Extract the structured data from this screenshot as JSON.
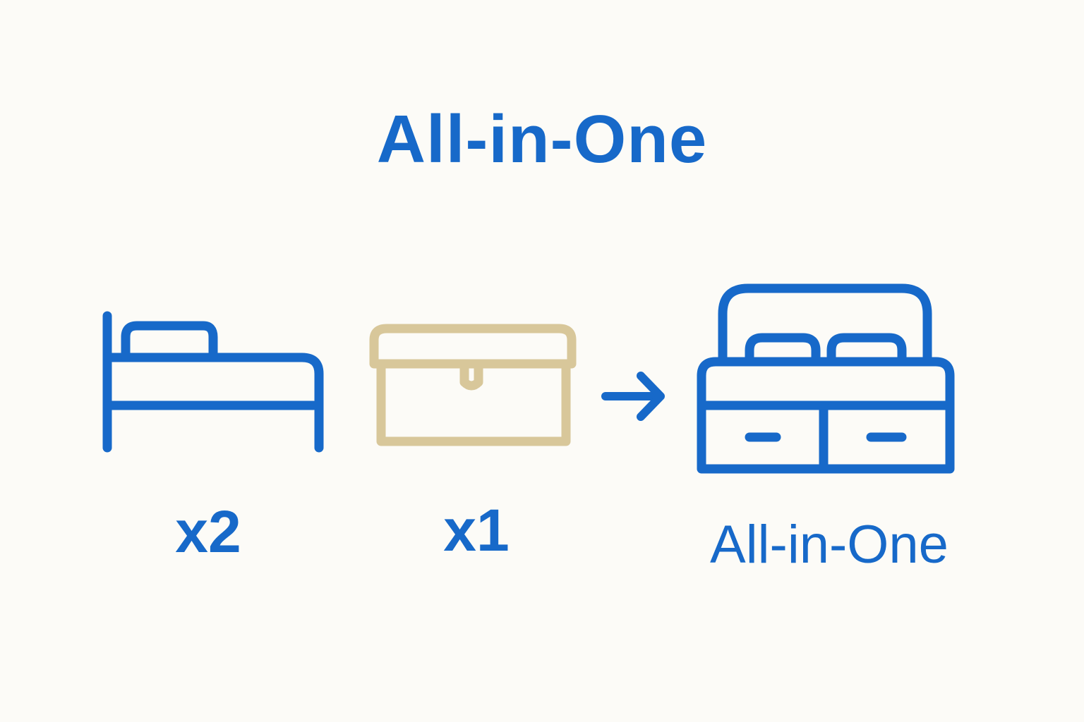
{
  "title": "All-in-One",
  "items": [
    {
      "icon": "single-bed-icon",
      "quantity_label": "x2"
    },
    {
      "icon": "storage-chest-icon",
      "quantity_label": "x1"
    },
    {
      "icon": "bed-with-storage-drawers-icon",
      "result_label": "All-in-One"
    }
  ],
  "arrow_icon": "arrow-right-icon",
  "colors": {
    "primary_blue": "#1769c9",
    "chest_tan": "#d8c79a",
    "background": "#fcfbf7"
  }
}
